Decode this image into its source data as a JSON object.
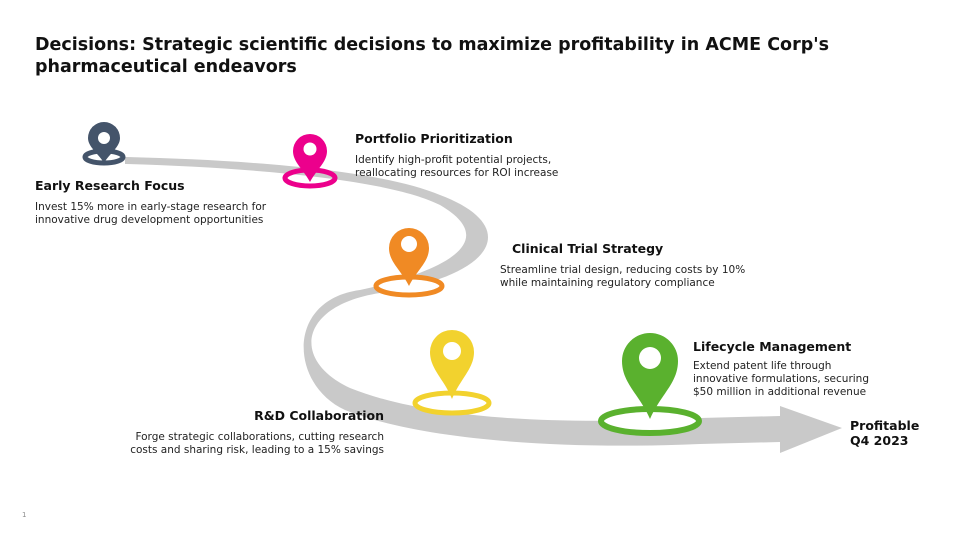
{
  "slide": {
    "title": "Decisions: Strategic scientific decisions to maximize profitability in ACME Corp's pharmaceutical endeavors",
    "page_number": "1"
  },
  "colors": {
    "road": "#c9c9c9",
    "early_research": "#44546a",
    "portfolio": "#ec008c",
    "clinical": "#f08a24",
    "rnd": "#f2d22e",
    "lifecycle": "#5ab12e"
  },
  "steps": [
    {
      "id": "early-research",
      "title": "Early Research Focus",
      "description": "Invest 15% more in early-stage research for\ninnovative drug development opportunities",
      "icon": "map-pin-icon"
    },
    {
      "id": "portfolio",
      "title": "Portfolio Prioritization",
      "description": "Identify high-profit potential projects,\nreallocating resources for ROI increase",
      "icon": "map-pin-icon"
    },
    {
      "id": "clinical",
      "title": "Clinical Trial Strategy",
      "description": "Streamline trial design, reducing costs by 10%\nwhile maintaining regulatory compliance",
      "icon": "map-pin-icon"
    },
    {
      "id": "rnd",
      "title": "R&D Collaboration",
      "description": "Forge strategic collaborations, cutting research\ncosts and sharing risk, leading to a 15% savings",
      "icon": "map-pin-icon"
    },
    {
      "id": "lifecycle",
      "title": "Lifecycle Management",
      "description": "Extend patent life through\ninnovative formulations, securing\n$50 million in additional revenue",
      "icon": "map-pin-icon"
    }
  ],
  "goal": {
    "line1": "Profitable",
    "line2": "Q4 2023",
    "icon": "arrow-right-icon"
  }
}
